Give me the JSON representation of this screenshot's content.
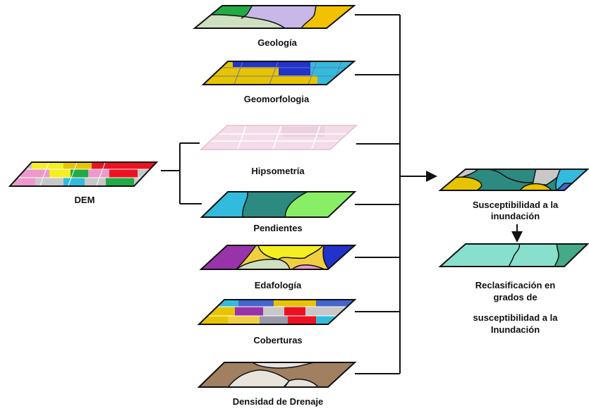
{
  "layers": {
    "geologia": "Geología",
    "geomorfologia": "Geomorfologia",
    "hipsometria": "Hipsometría",
    "pendientes": "Pendientes",
    "edafologia": "Edafología",
    "coberturas": "Coberturas",
    "densidad": "Densidad de Drenaje"
  },
  "inputs": {
    "dem": "DEM"
  },
  "outputs": {
    "susceptibilidad_l1": "Susceptibilidad a la",
    "susceptibilidad_l2": "inundación",
    "reclas_l1": "Reclasificación en",
    "reclas_l2": "grados de",
    "reclas_l3": "susceptibilidad a la",
    "reclas_l4": "Inundación"
  },
  "colors": {
    "line": "#111111",
    "yellow": "#f2c200",
    "blue": "#2233cc",
    "cyan": "#33bbdd",
    "green": "#22aa44",
    "teal": "#2d8a80",
    "lightgreen": "#88ee66",
    "purple": "#9933aa",
    "pink": "#ee99cc",
    "red": "#ee1122",
    "tan": "#a08060",
    "lavender": "#c8b8e8",
    "sage": "#cfe0c0",
    "aqua": "#88e0cc"
  }
}
